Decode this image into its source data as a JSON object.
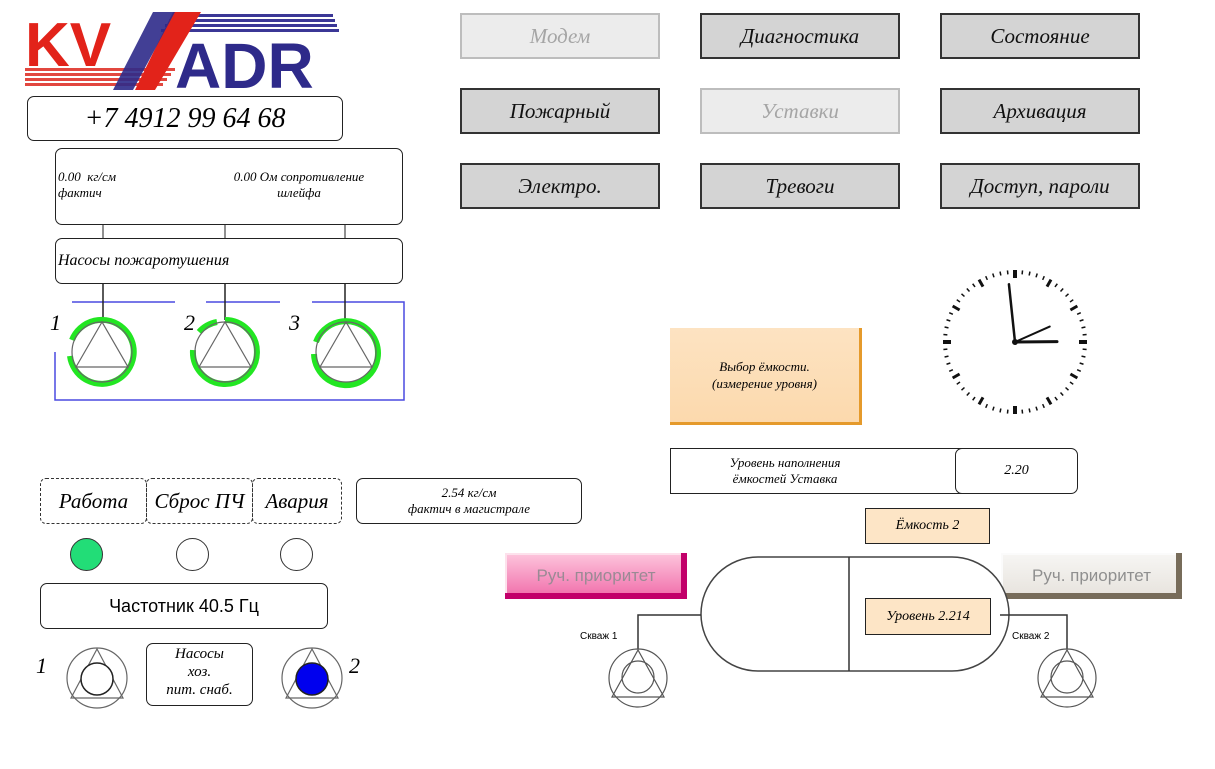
{
  "logo": {
    "text_left": "KV",
    "text_right": "ADR",
    "color_red": "#e2231a",
    "color_blue": "#2e2a8a"
  },
  "phone": "+7 4912 99 64 68",
  "nav": {
    "buttons": [
      {
        "label": "Модем",
        "enabled": false
      },
      {
        "label": "Диагностика",
        "enabled": true
      },
      {
        "label": "Состояние",
        "enabled": true
      },
      {
        "label": "Пожарный",
        "enabled": true
      },
      {
        "label": "Уставки",
        "enabled": false
      },
      {
        "label": "Архивация",
        "enabled": true
      },
      {
        "label": "Электро.",
        "enabled": true
      },
      {
        "label": "Тревоги",
        "enabled": true
      },
      {
        "label": "Доступ, пароли",
        "enabled": true
      }
    ]
  },
  "fire": {
    "pressure_value": "0.00",
    "pressure_unit": "кг/см",
    "pressure_label": "фактич",
    "resistance_value": "0.00 Ом сопротивление",
    "resistance_label": "шлейфа",
    "pumps_title": "Насосы пожаротушения",
    "pumps": [
      {
        "number": "1",
        "state": "running"
      },
      {
        "number": "2",
        "state": "running"
      },
      {
        "number": "3",
        "state": "running"
      }
    ],
    "run_color": "#22e622",
    "line_color": "#4a4ae0"
  },
  "status": {
    "labels": [
      "Работа",
      "Сброс ПЧ",
      "Авария"
    ],
    "lamps": [
      {
        "name": "work",
        "on": true,
        "color": "#22dd77"
      },
      {
        "name": "reset",
        "on": false
      },
      {
        "name": "alarm",
        "on": false
      }
    ],
    "main_pressure_value": "2.54  кг/см",
    "main_pressure_label": "фактич в магистрале"
  },
  "freq": {
    "label": "Частотник  40.5  Гц"
  },
  "household": {
    "title_line1": "Насосы",
    "title_line2": "хоз.",
    "title_line3": "пит. снаб.",
    "pumps": [
      {
        "number": "1",
        "state": "off"
      },
      {
        "number": "2",
        "state": "on",
        "color": "#0000ee"
      }
    ]
  },
  "tank": {
    "select_button_line1": "Выбор ёмкости.",
    "select_button_line2": "(измерение уровня)",
    "setpoint_label_line1": "Уровень наполнения",
    "setpoint_label_line2": "ёмкостей Уставка",
    "setpoint_value": "2.20",
    "tank_name": "Ёмкость 2",
    "level_label": "Уровень 2.214",
    "well1_label": "Скваж 1",
    "well2_label": "Скваж 2",
    "priority_left": {
      "label": "Руч. приоритет",
      "active": true
    },
    "priority_right": {
      "label": "Руч. приоритет",
      "active": false
    }
  },
  "clock": {
    "hour": 2,
    "minute": 59,
    "second": 11
  }
}
